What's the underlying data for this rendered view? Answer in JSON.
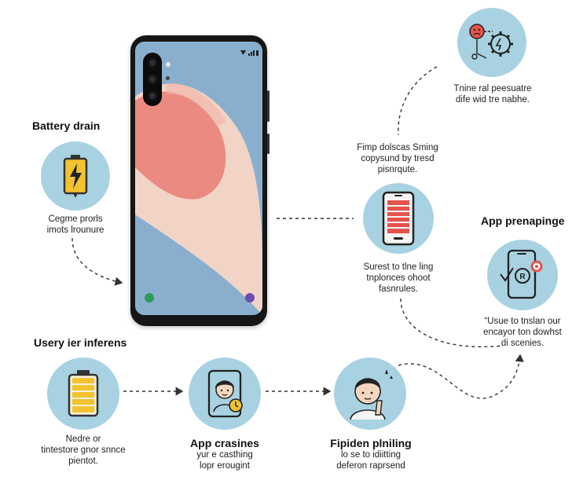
{
  "battery_drain": {
    "title": "Battery drain",
    "caption": [
      "Cegme prorls",
      "imots lrounure"
    ]
  },
  "top_right": {
    "caption": [
      "Tnine ral peesuatre",
      "dife wid tre nabhe."
    ]
  },
  "middle": {
    "top_caption": [
      "Fimp dolscas Sming",
      "copysund by tresd",
      "pisnrqute."
    ],
    "bottom_caption": [
      "Surest to tlne ling",
      "tnplonces ohoot",
      "fasnrules."
    ]
  },
  "app_permission": {
    "title": "App prenapinge",
    "caption": [
      "“Usue to tnslan our",
      "encayor ton dowhst",
      "di scenies."
    ]
  },
  "usage_interference": {
    "title": "Usery ier inferens",
    "caption": [
      "Nedre or",
      "tintestore gnor snnce",
      "pientot."
    ]
  },
  "app_crashes": {
    "title": "App crasines",
    "caption": [
      "yur e casthing",
      "lopr erougint"
    ]
  },
  "hidden_polling": {
    "title": "Fipiden plniling",
    "caption": [
      "lo se to idiitting",
      "deferon raprsend"
    ]
  },
  "colors": {
    "circle": "#a8d2e2",
    "screen": "#8aafce",
    "battery": "#f2c230",
    "alert": "#e5534b"
  }
}
